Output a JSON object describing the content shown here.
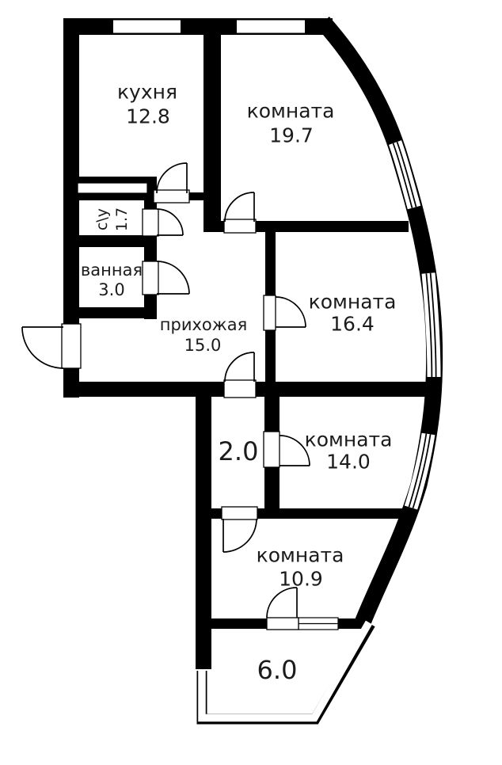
{
  "plan": {
    "title": "apartment-floor-plan",
    "colors": {
      "wall": "#000000",
      "floor": "#ffffff",
      "label": "#1b1b1b"
    },
    "rooms": [
      {
        "label": "кухня",
        "area": "12.8"
      },
      {
        "label": "комната",
        "area": "19.7"
      },
      {
        "label": "с\\у",
        "area": "1.7"
      },
      {
        "label": "ванная",
        "area": "3.0"
      },
      {
        "label": "прихожая",
        "area": "15.0"
      },
      {
        "label": "комната",
        "area": "16.4"
      },
      {
        "label": "",
        "area": "2.0"
      },
      {
        "label": "комната",
        "area": "14.0"
      },
      {
        "label": "комната",
        "area": "10.9"
      },
      {
        "label": "",
        "area": "6.0"
      }
    ]
  }
}
